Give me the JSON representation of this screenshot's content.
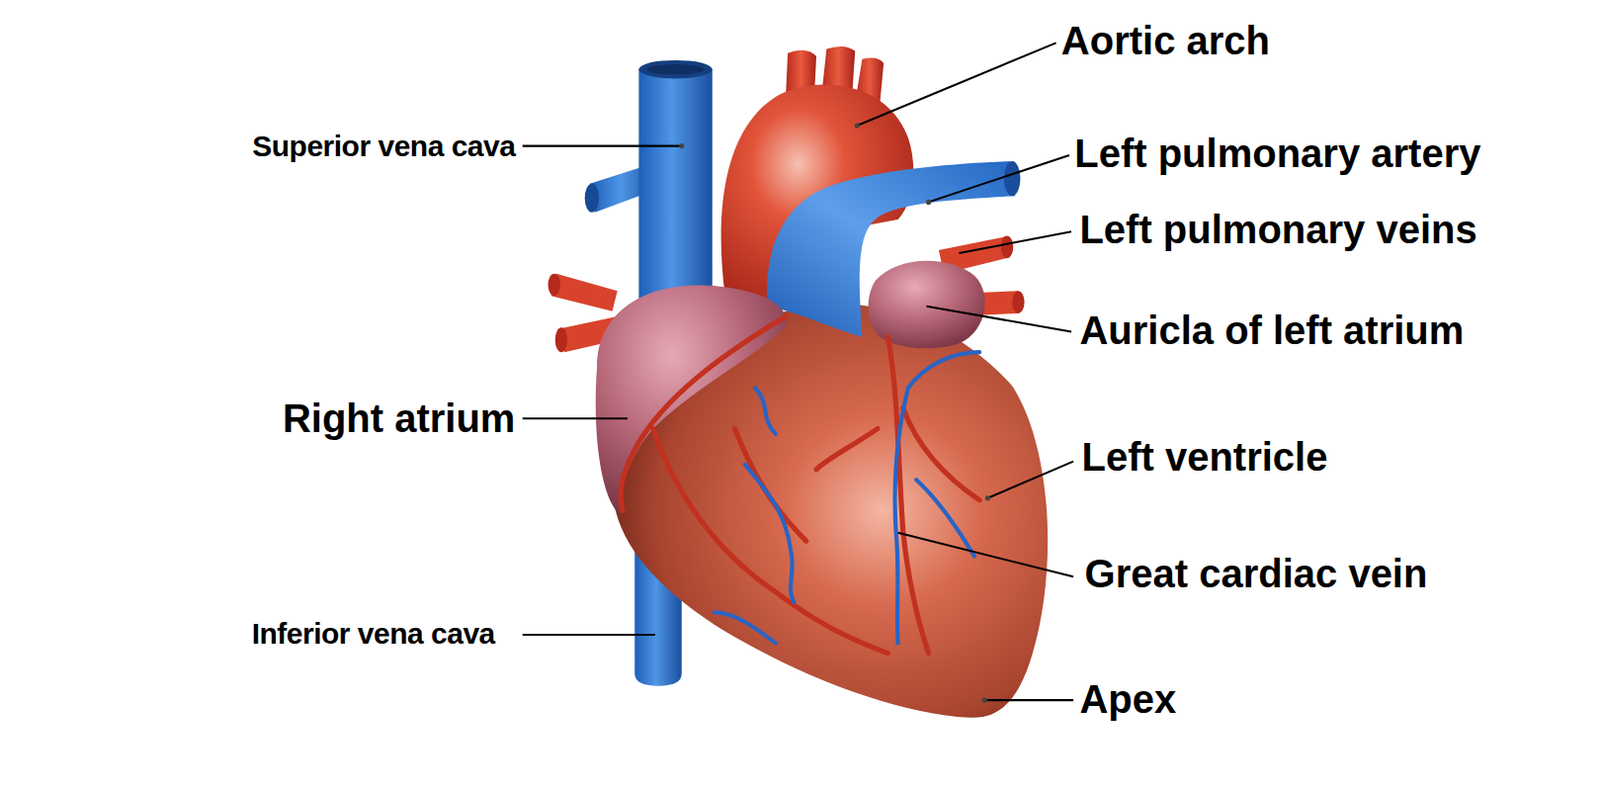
{
  "diagram": {
    "labels": [
      "Aortic arch",
      "Superior vena cava",
      "Left pulmonary artery",
      "Left pulmonary veins",
      "Auricla of left atrium",
      "Right atrium",
      "Left ventricle",
      "Great cardiac vein",
      "Inferior vena cava",
      "Apex"
    ]
  }
}
